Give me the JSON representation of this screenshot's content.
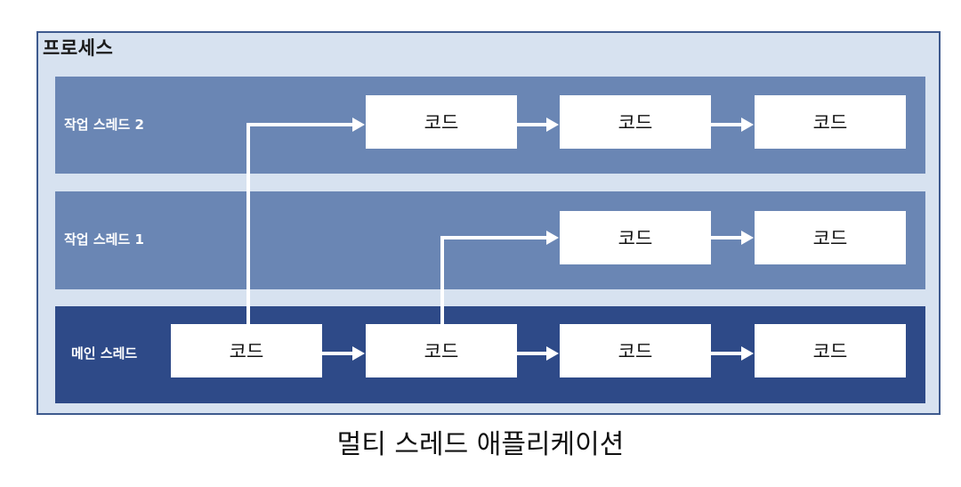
{
  "process_label": "프로세스",
  "threads": {
    "worker2": {
      "label": "작업 스레드 2",
      "boxes": [
        "코드",
        "코드",
        "코드"
      ]
    },
    "worker1": {
      "label": "작업 스레드 1",
      "boxes": [
        "코드",
        "코드"
      ]
    },
    "main": {
      "label": "메인 스레드",
      "boxes": [
        "코드",
        "코드",
        "코드",
        "코드"
      ]
    }
  },
  "caption": "멀티 스레드 애플리케이션",
  "colors": {
    "process_bg": "#d7e2f0",
    "process_border": "#3e5a8e",
    "worker_lane": "#6a86b4",
    "main_lane": "#2e4a88",
    "arrow": "#ffffff"
  }
}
